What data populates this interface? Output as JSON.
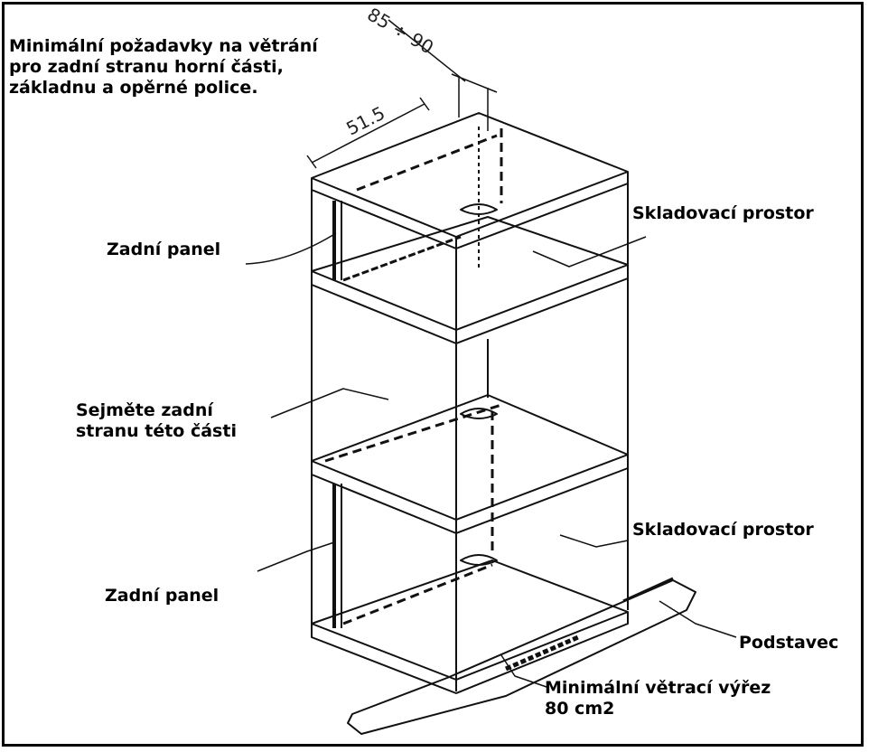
{
  "labels": {
    "ventilation_top": [
      "Minimální požadavky na větrání",
      "pro zadní stranu horní části,",
      "základnu a opěrné police."
    ],
    "rear_panel_upper": "Zadní panel",
    "storage_upper": "Skladovací prostor",
    "remove_back": [
      "Sejměte zadní",
      "stranu této části"
    ],
    "storage_lower": "Skladovací prostor",
    "rear_panel_lower": "Zadní panel",
    "plinth": "Podstavec",
    "min_cutout": [
      "Minimální větrací výřez",
      "80 cm2"
    ]
  },
  "dimensions": {
    "depth": "51.5",
    "gap": "85 ÷ 90"
  },
  "colors": {
    "line": "#000000",
    "background": "#ffffff"
  }
}
